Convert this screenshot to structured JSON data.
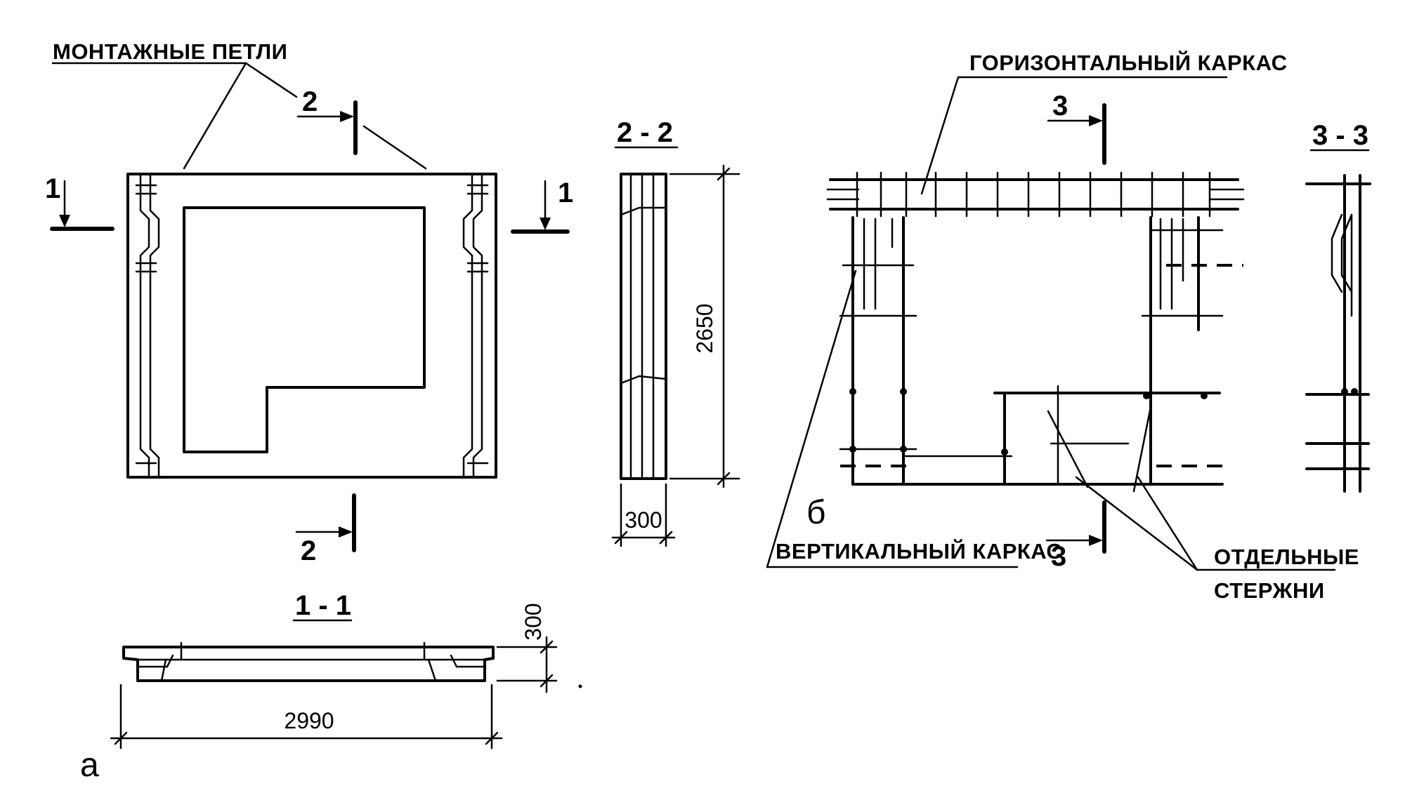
{
  "labels": {
    "mounting_loops": "МОНТАЖНЫЕ ПЕТЛИ",
    "horizontal_frame": "ГОРИЗОНТАЛЬНЫЙ КАРКАС",
    "vertical_frame": "ВЕРТИКАЛЬНЫЙ КАРКАС",
    "separate_bars_line1": "ОТДЕЛЬНЫЕ",
    "separate_bars_line2": "СТЕРЖНИ"
  },
  "sections": {
    "s1": "1",
    "s2": "2",
    "s3": "3",
    "title_1_1": "1 - 1",
    "title_2_2": "2 - 2",
    "title_3_3": "3 - 3"
  },
  "dimensions": {
    "height": "2650",
    "thickness_side": "300",
    "thickness_bottom": "300",
    "width": "2990"
  },
  "view_letters": {
    "a": "а",
    "b": "б"
  }
}
